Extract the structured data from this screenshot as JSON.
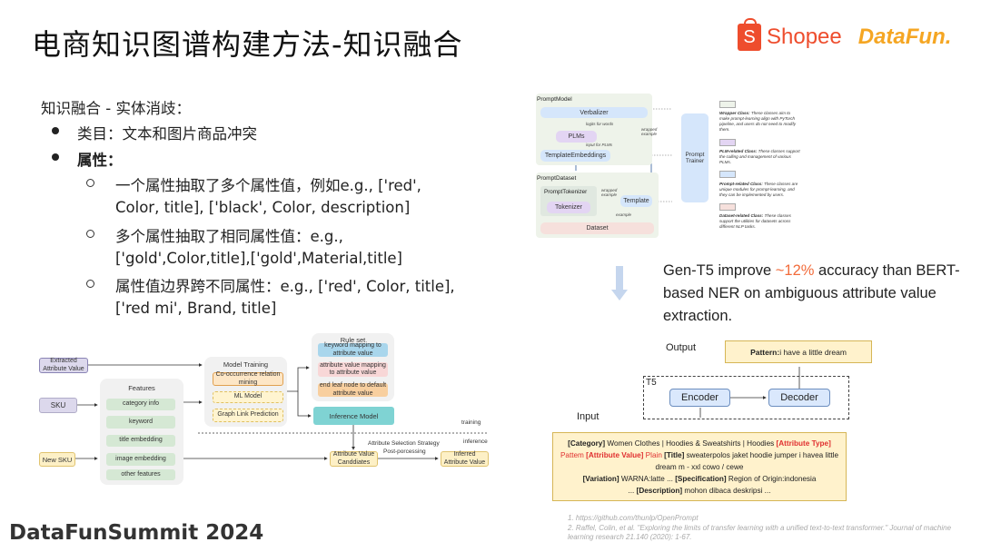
{
  "title": "电商知识图谱构建方法-知识融合",
  "logos": {
    "shopee": "Shopee",
    "shopee_mark": "S",
    "datafun": "DataFun."
  },
  "content": {
    "heading": "知识融合 - 实体消歧：",
    "bullet1": "类目：文本和图片商品冲突",
    "bullet2": "属性：",
    "sub1a": "一个属性抽取了多个属性值，例如e.g., ['red',",
    "sub1b": "Color, title], ['black', Color, description]",
    "sub2a": "多个属性抽取了相同属性值：e.g.,",
    "sub2b": "['gold',Color,title],['gold',Material,title]",
    "sub3a": "属性值边界跨不同属性：e.g., ['red', Color, title],",
    "sub3b": "['red mi', Brand, title]"
  },
  "left_diagram": {
    "extracted": "Extracted Attribute Value",
    "sku": "SKU",
    "new_sku": "New SKU",
    "features_title": "Features",
    "features": [
      "category info",
      "keyword",
      "title embedding",
      "image embedding",
      "other features"
    ],
    "model_training_title": "Model Training",
    "model_items": [
      "Co-occurrence relation mining",
      "ML Model",
      "Graph Link Prediction"
    ],
    "rule_set_title": "Rule set",
    "rules": [
      "keyword mapping to attribute value",
      "attribute value mapping to attribute value",
      "end leaf node to default attribute value"
    ],
    "inference_model": "Inference Model",
    "training": "training",
    "inference": "inference",
    "candidates": "Attribute Value Canddiates",
    "strategy": "Attribute Selection Strategy",
    "post": "Post-porcessing",
    "inferred": "Inferred Attribute Value"
  },
  "openprompt": {
    "prompt_model": "PromptModel",
    "verbalizer": "Verbalizer",
    "logits": "logits for words",
    "plms": "PLMs",
    "input_plms": "input for PLMs",
    "template_embeddings": "TemplateEmbeddings",
    "prompt_dataset": "PromptDataset",
    "prompt_tokenizer": "PromptTokenizer",
    "tokenizer": "Tokenizer",
    "wrapped_example": "wrapped example",
    "template": "Template",
    "example": "example",
    "dataset": "Dataset",
    "prompt_trainer": "Prompt Trainer",
    "legend": [
      {
        "label": "Wrapper Class:",
        "text": " These classes aim to make prompt-learning align with PyTorch pipeline, and users do not need to modify them.",
        "color": "#eef3ea"
      },
      {
        "label": "PLM-related Class:",
        "text": " These classes support the calling and management of various PLMs.",
        "color": "#e3d5f3"
      },
      {
        "label": "Prompt-related Class:",
        "text": " These classes are unique modules for prompt-learning, and they can be implemented by users.",
        "color": "#d5e6fb"
      },
      {
        "label": "Dataset-related Class:",
        "text": " These classes support the utilities for datasets across different NLP tasks.",
        "color": "#f6e0dc"
      }
    ]
  },
  "gen_t5": {
    "pre": "Gen-T5 improve ",
    "highlight": "~12%",
    "post": " accuracy than BERT-based NER on ambiguous attribute value extraction.",
    "highlight_color": "#f26b3a"
  },
  "t5": {
    "output": "Output",
    "pattern_label": "Pattern:",
    "pattern_value": " i have a little dream",
    "t5": "T5",
    "encoder": "Encoder",
    "decoder": "Decoder",
    "input": "Input",
    "in_category": "[Category]",
    "in_category_v": " Women Clothes | Hoodies & Sweatshirts | Hoodies ",
    "in_attr_type": "[Attribute Type]",
    "in_attr_type_v": " Pattem ",
    "in_attr_value": "[Attribute Value]",
    "in_attr_value_v": " Plain ",
    "in_title": "[Title]",
    "in_title_v": " sweaterpolos jaket hoodie jumper i havea little dream m - xxl cowo / cewe",
    "in_variation": "[Variation]",
    "in_variation_v": " WARNA:latte ... ",
    "in_spec": "[Specification]",
    "in_spec_v": " Region of Origin:indonesia",
    "in_desc_pre": "... ",
    "in_desc": "[Description]",
    "in_desc_v": " mohon dibaca deskripsi ..."
  },
  "footnotes": [
    "1. https://github.com/thunlp/OpenPrompt",
    "2. Raffel, Colin, et al. \"Exploring the limits of transfer learning with a unified text-to-text transformer.\" Journal of machine learning research 21.140 (2020): 1-67."
  ],
  "footer": "DataFunSummit 2024"
}
